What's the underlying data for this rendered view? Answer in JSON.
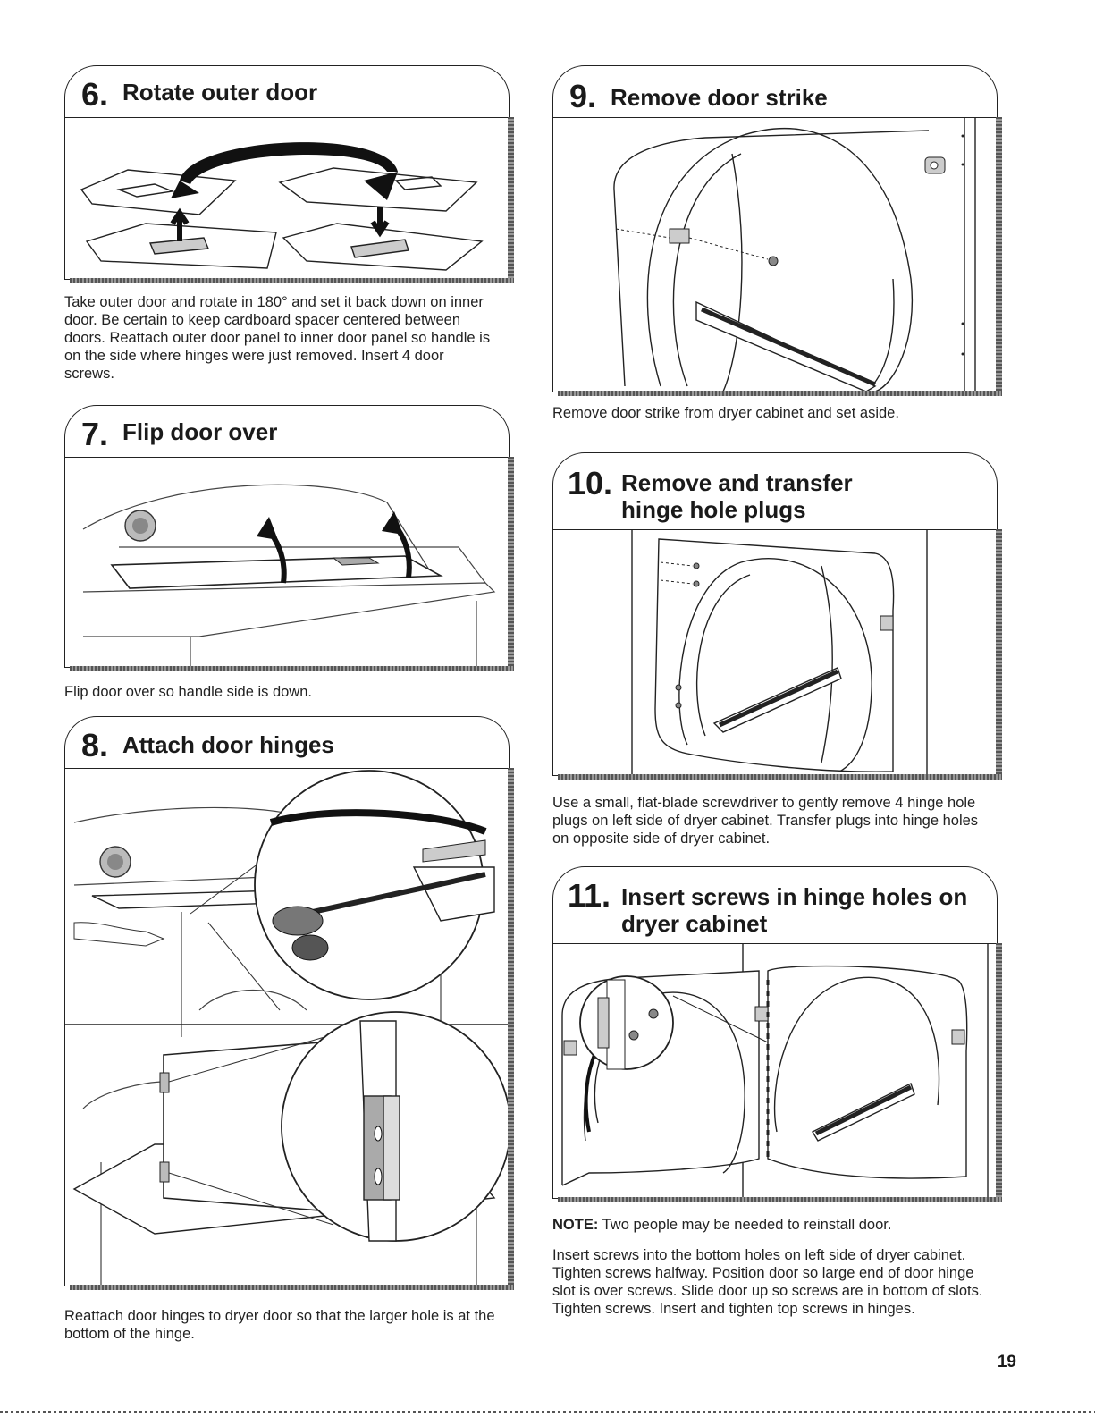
{
  "page_number": "19",
  "steps": [
    {
      "number": "6.",
      "title": "Rotate outer door",
      "caption": "Take outer door and rotate in 180° and set it back down on inner door. Be certain to keep cardboard spacer centered between doors. Reattach outer door panel to inner door panel so handle is on the side where hinges were just removed. Insert 4 door screws."
    },
    {
      "number": "7.",
      "title": "Flip door over",
      "caption": "Flip door over so handle side is down."
    },
    {
      "number": "8.",
      "title": "Attach door hinges",
      "caption": "Reattach door hinges to dryer door so that the larger hole is at the bottom of the hinge."
    },
    {
      "number": "9.",
      "title": "Remove door strike",
      "caption": "Remove door strike from dryer cabinet and set aside."
    },
    {
      "number": "10.",
      "title_line1": "Remove and transfer",
      "title_line2": "hinge hole plugs",
      "caption": "Use a small, flat-blade screwdriver to gently remove 4 hinge hole plugs on left side of dryer cabinet. Transfer plugs into hinge holes on opposite side of dryer cabinet."
    },
    {
      "number": "11.",
      "title_line1": "Insert screws in hinge holes on",
      "title_line2": "dryer cabinet",
      "note_label": "NOTE:",
      "note_text": "Two people may be needed to reinstall door.",
      "caption": "Insert screws into the bottom holes on left side of dryer cabinet. Tighten screws halfway. Position door so large end of door hinge slot is over screws. Slide door up so screws are in bottom of slots. Tighten screws. Insert and tighten top screws in hinges."
    }
  ]
}
